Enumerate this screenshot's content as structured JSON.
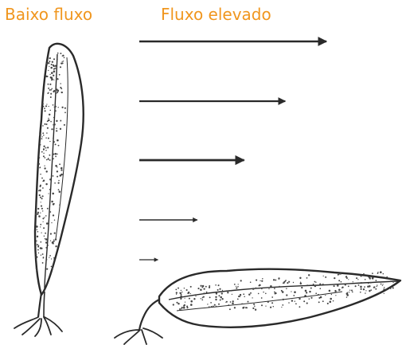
{
  "labels": {
    "low_flow": "Baixo fluxo",
    "high_flow": "Fluxo elevado"
  },
  "colors": {
    "label": "#f0961e",
    "ink": "#2a2a2a",
    "speckle": "#444444"
  },
  "icons": {
    "upright_plant": "kelp-upright-icon",
    "flattened_plant": "kelp-streamlined-icon"
  },
  "flow_arrows": [
    {
      "rank": 1,
      "relative_length": 1.0
    },
    {
      "rank": 2,
      "relative_length": 0.78
    },
    {
      "rank": 3,
      "relative_length": 0.56
    },
    {
      "rank": 4,
      "relative_length": 0.31
    },
    {
      "rank": 5,
      "relative_length": 0.1
    }
  ]
}
